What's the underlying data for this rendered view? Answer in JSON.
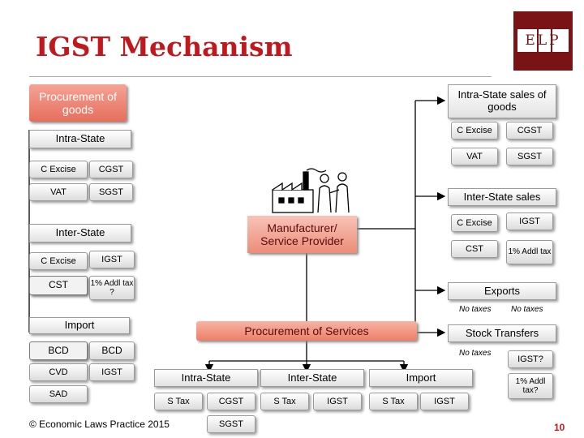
{
  "title": "IGST Mechanism",
  "logo": {
    "text": "ELP",
    "color": "#7a1315"
  },
  "colors": {
    "accent": "#c0181d",
    "box_red": "#e8735f",
    "box_grey": "#e6e6e6"
  },
  "left": {
    "procurement_of_goods": "Procurement of goods",
    "intra_state": {
      "header": "Intra-State",
      "items": [
        "C Excise",
        "CGST",
        "VAT",
        "SGST"
      ]
    },
    "inter_state": {
      "header": "Inter-State",
      "items": [
        "C Excise",
        "IGST",
        "CST",
        "1% Addl tax ?"
      ]
    },
    "import": {
      "header": "Import",
      "items": [
        "BCD",
        "BCD",
        "CVD",
        "IGST",
        "SAD"
      ]
    }
  },
  "center": {
    "illustration": "factory-and-people",
    "manufacturer": "Manufacturer/ Service Provider",
    "procurement_of_services": "Procurement of Services",
    "services": [
      {
        "header": "Intra-State",
        "items": [
          "S Tax",
          "CGST",
          "SGST"
        ]
      },
      {
        "header": "Inter-State",
        "items": [
          "S Tax",
          "IGST"
        ]
      },
      {
        "header": "Import",
        "items": [
          "S Tax",
          "IGST"
        ]
      }
    ]
  },
  "right": {
    "intra_state_sales": {
      "header": "Intra-State sales of goods",
      "items": [
        "C Excise",
        "CGST",
        "VAT",
        "SGST"
      ]
    },
    "inter_state_sales": {
      "header": "Inter-State sales",
      "items": [
        "C Excise",
        "IGST",
        "CST",
        "1% Addl tax"
      ]
    },
    "exports": {
      "header": "Exports",
      "notes": [
        "No taxes",
        "No taxes"
      ]
    },
    "stock_transfers": {
      "header": "Stock Transfers",
      "note": "No taxes",
      "items": [
        "IGST?",
        "1% Addl tax?"
      ]
    }
  },
  "footer": {
    "copyright": "© Economic Laws Practice 2015",
    "page": "10"
  }
}
